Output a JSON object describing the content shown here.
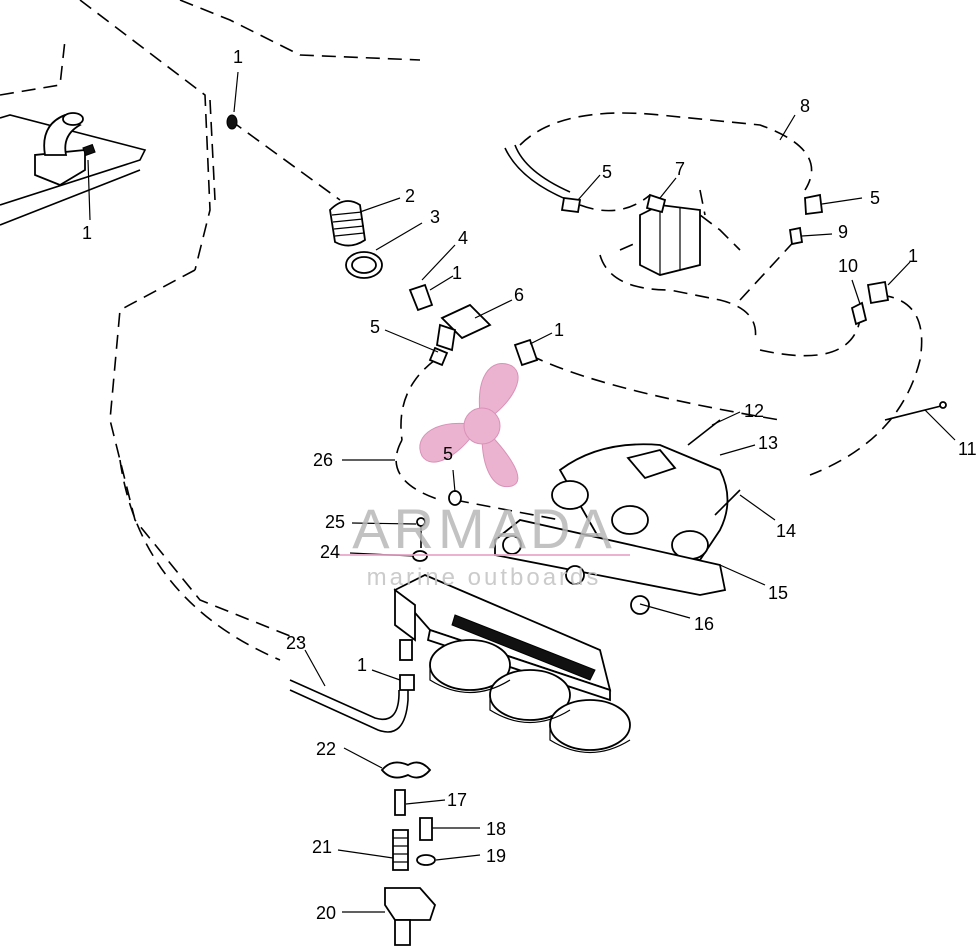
{
  "watermark": {
    "brand": "ARMADA",
    "tagline": "marine outboards",
    "logo_icon": "propeller-icon",
    "logo_color": "#e9a6c8"
  },
  "callouts": [
    "1",
    "1",
    "1",
    "1",
    "1",
    "1",
    "2",
    "3",
    "4",
    "5",
    "5",
    "5",
    "5",
    "6",
    "7",
    "8",
    "9",
    "10",
    "11",
    "12",
    "13",
    "14",
    "15",
    "16",
    "17",
    "18",
    "19",
    "20",
    "21",
    "22",
    "23",
    "24",
    "25",
    "26"
  ]
}
